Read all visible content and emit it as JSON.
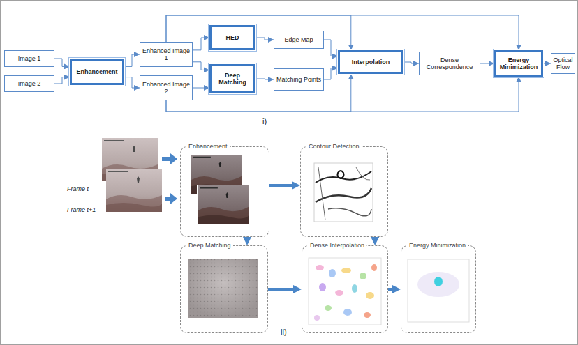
{
  "diagram": {
    "nodes": [
      {
        "text": [
          "Image 1"
        ]
      },
      {
        "text": [
          "Image 2"
        ]
      },
      {
        "text": [
          "Enhancement"
        ]
      },
      {
        "text": [
          "Enhanced Image 1"
        ]
      },
      {
        "text": [
          "Enhanced Image 2"
        ]
      },
      {
        "text": [
          "HED"
        ]
      },
      {
        "text": [
          "Edge Map"
        ]
      },
      {
        "text": [
          "Deep Matching"
        ]
      },
      {
        "text": [
          "Matching Points"
        ]
      },
      {
        "text": [
          "Interpolation"
        ]
      },
      {
        "text": [
          "Dense Correspondence"
        ]
      },
      {
        "text": [
          "Energy Minimization"
        ]
      },
      {
        "text": [
          "Optical Flow"
        ]
      },
      {
        "text": [
          "Enhancement"
        ]
      },
      {
        "text": [
          "Contour Detection"
        ]
      },
      {
        "text": [
          "Deep Matching"
        ]
      },
      {
        "text": [
          "Dense Interpolation"
        ]
      },
      {
        "text": [
          "Energy Minimization"
        ]
      }
    ],
    "edges": [
      {
        "from": 0,
        "to": 2,
        "arrow": "to"
      },
      {
        "from": 1,
        "to": 2,
        "arrow": "to"
      },
      {
        "from": 2,
        "to": 3,
        "arrow": "to"
      },
      {
        "from": 2,
        "to": 4,
        "arrow": "to"
      },
      {
        "from": 3,
        "to": 5,
        "arrow": "to"
      },
      {
        "from": 3,
        "to": 7,
        "arrow": "to"
      },
      {
        "from": 4,
        "to": 7,
        "arrow": "to"
      },
      {
        "from": 5,
        "to": 6,
        "arrow": "to"
      },
      {
        "from": 7,
        "to": 8,
        "arrow": "to"
      },
      {
        "from": 6,
        "to": 9,
        "arrow": "to"
      },
      {
        "from": 8,
        "to": 9,
        "arrow": "to"
      },
      {
        "from": 3,
        "to": 9,
        "arrow": "to"
      },
      {
        "from": 3,
        "to": 11,
        "arrow": "to"
      },
      {
        "from": 4,
        "to": 9,
        "arrow": "to"
      },
      {
        "from": 4,
        "to": 11,
        "arrow": "to"
      },
      {
        "from": 9,
        "to": 10,
        "arrow": "to"
      },
      {
        "from": 10,
        "to": 11,
        "arrow": "to"
      },
      {
        "from": 11,
        "to": 12,
        "arrow": "to"
      },
      {
        "from": 13,
        "to": 14,
        "arrow": "to"
      },
      {
        "from": 13,
        "to": 15,
        "arrow": "to"
      },
      {
        "from": 14,
        "to": 16,
        "arrow": "to"
      },
      {
        "from": 15,
        "to": 16,
        "arrow": "to"
      },
      {
        "from": 16,
        "to": 17,
        "arrow": "to"
      }
    ],
    "labels": [
      "i)",
      "Frame t",
      "Frame t+1",
      "ii)"
    ]
  }
}
